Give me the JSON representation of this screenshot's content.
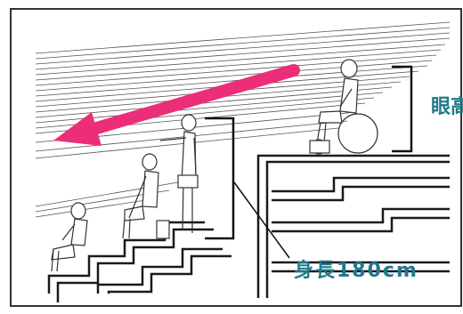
{
  "labels": {
    "eye_height": "眼高",
    "body_height": "身長180cm"
  },
  "colors": {
    "arrow": "#ec2d78",
    "label_text": "#1f7a8a",
    "line": "#1a1a1a",
    "frame": "#333333"
  },
  "figures": [
    {
      "pose": "seated-floor"
    },
    {
      "pose": "seated-bench"
    },
    {
      "pose": "standing"
    },
    {
      "pose": "wheelchair"
    }
  ],
  "icons": {
    "arrow": "arrow-left-down-icon"
  }
}
